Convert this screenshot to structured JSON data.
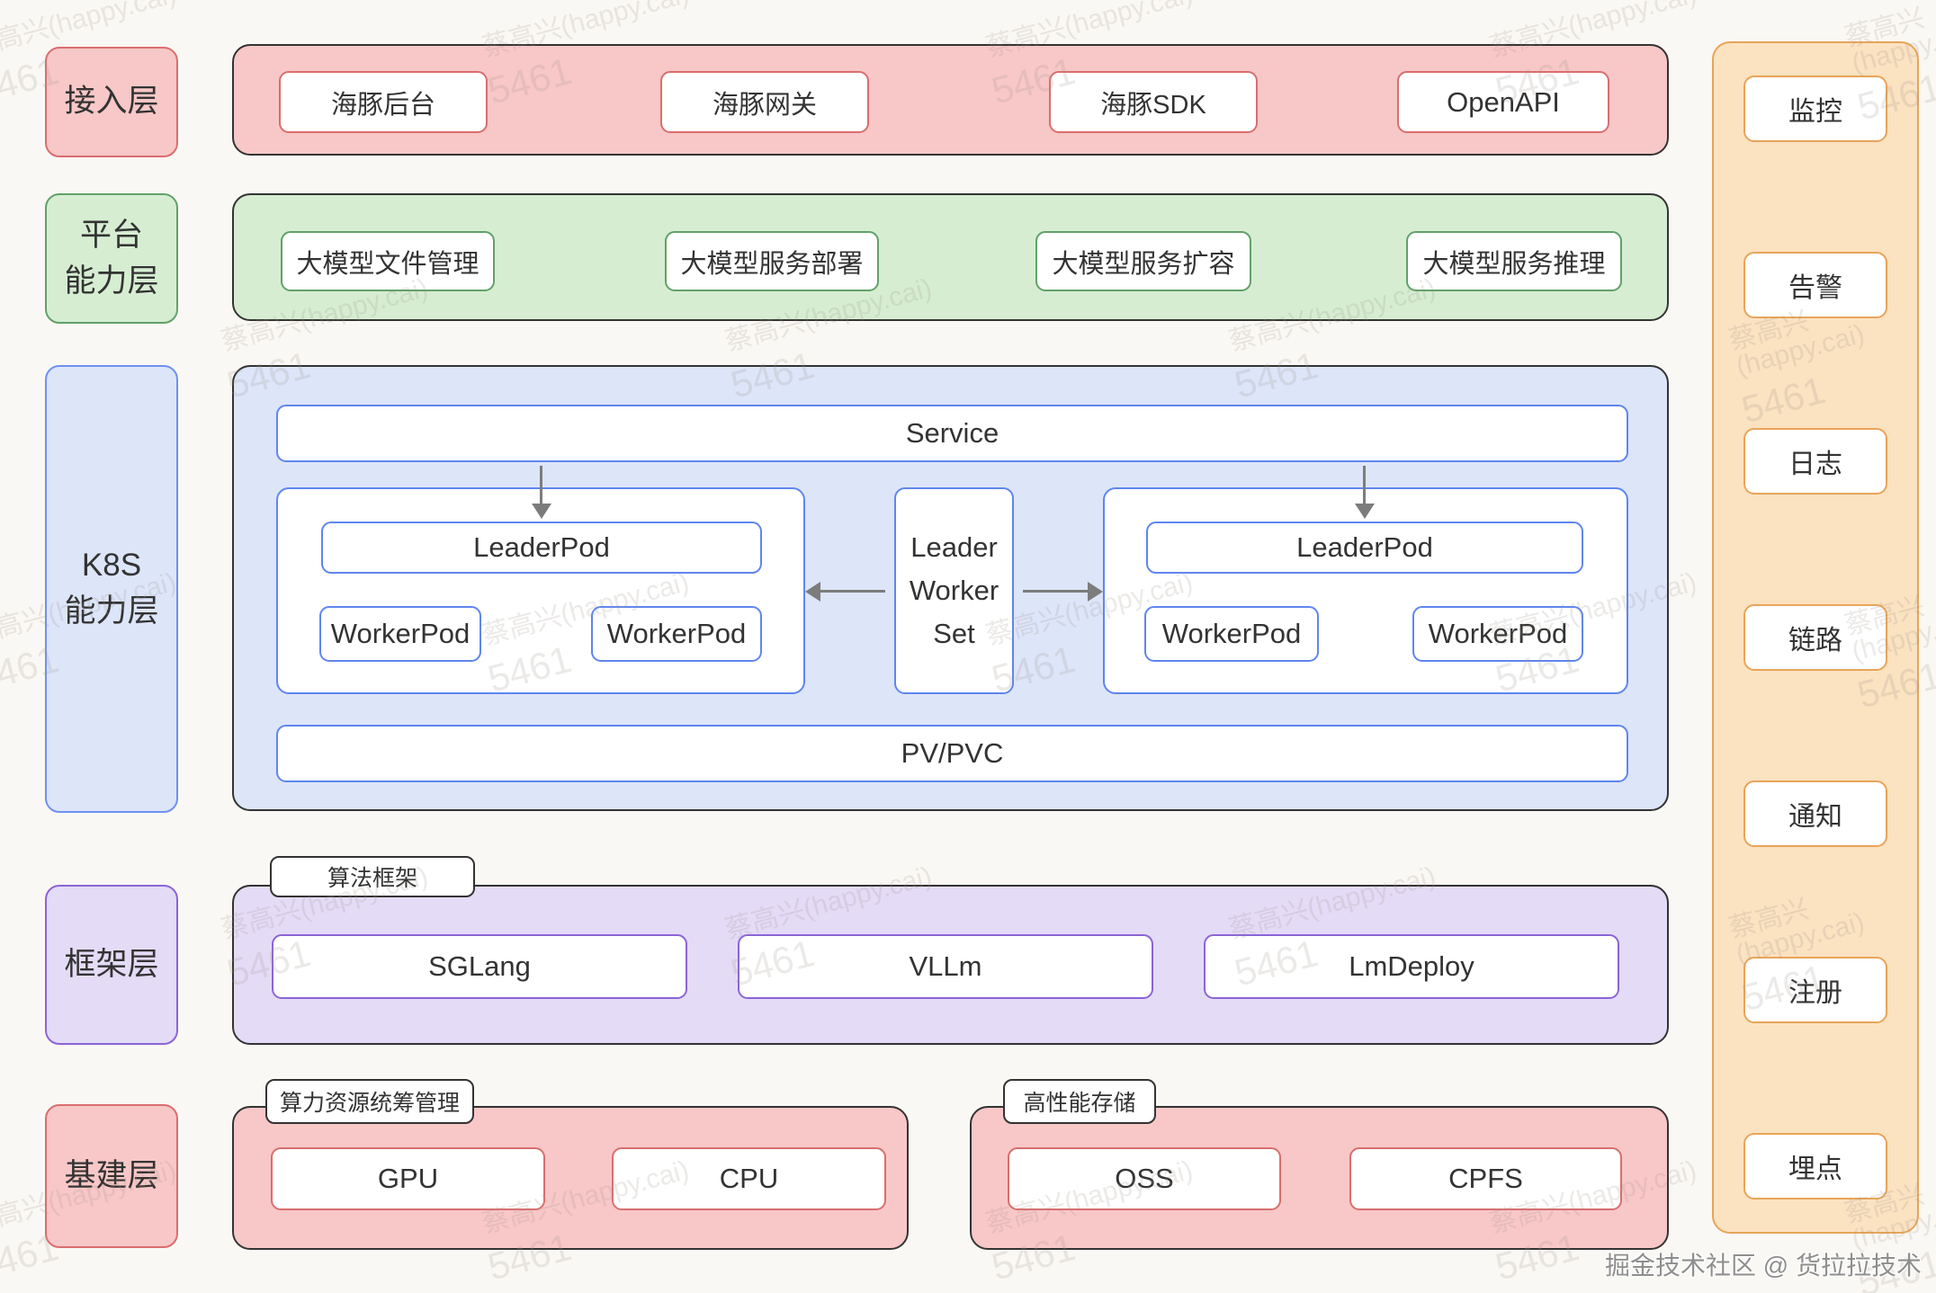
{
  "layers": {
    "access": {
      "label": "接入层",
      "items": [
        "海豚后台",
        "海豚网关",
        "海豚SDK",
        "OpenAPI"
      ]
    },
    "platform": {
      "label_lines": [
        "平台",
        "能力层"
      ],
      "items": [
        "大模型文件管理",
        "大模型服务部署",
        "大模型服务扩容",
        "大模型服务推理"
      ]
    },
    "k8s": {
      "label_lines": [
        "K8S",
        "能力层"
      ],
      "service": "Service",
      "lws_lines": [
        "Leader",
        "Worker",
        "Set"
      ],
      "groups": [
        {
          "leader": "LeaderPod",
          "workers": [
            "WorkerPod",
            "WorkerPod"
          ]
        },
        {
          "leader": "LeaderPod",
          "workers": [
            "WorkerPod",
            "WorkerPod"
          ]
        }
      ],
      "pv": "PV/PVC"
    },
    "framework": {
      "label": "框架层",
      "tab": "算法框架",
      "items": [
        "SGLang",
        "VLLm",
        "LmDeploy"
      ]
    },
    "infra": {
      "label": "基建层",
      "compute": {
        "tab": "算力资源统筹管理",
        "items": [
          "GPU",
          "CPU"
        ]
      },
      "storage": {
        "tab": "高性能存储",
        "items": [
          "OSS",
          "CPFS"
        ]
      }
    }
  },
  "sidebar": {
    "items": [
      "监控",
      "告警",
      "日志",
      "链路",
      "通知",
      "注册",
      "埋点"
    ]
  },
  "watermark": {
    "line1": "蔡高兴(happy.cai)",
    "line2": "5461"
  },
  "footer": "掘金技术社区 @ 货拉拉技术",
  "colors": {
    "bg": "#faf8f4",
    "text": "#333333",
    "pink_fill": "#f8c7c7",
    "pink_border": "#d96e6e",
    "green_fill": "#d6edd2",
    "green_border": "#61a169",
    "blue_fill": "#dde5f9",
    "blue_border": "#6e90f2",
    "blue_inner_border": "#5f86ef",
    "purple_fill": "#e4dbf7",
    "purple_border": "#8c64d6",
    "orange_fill": "#fbe2c1",
    "orange_border": "#e8a458",
    "arrow": "#7c7c7c",
    "footer_text": "#8e8e8e",
    "watermark": "rgba(160,150,140,0.20)"
  }
}
